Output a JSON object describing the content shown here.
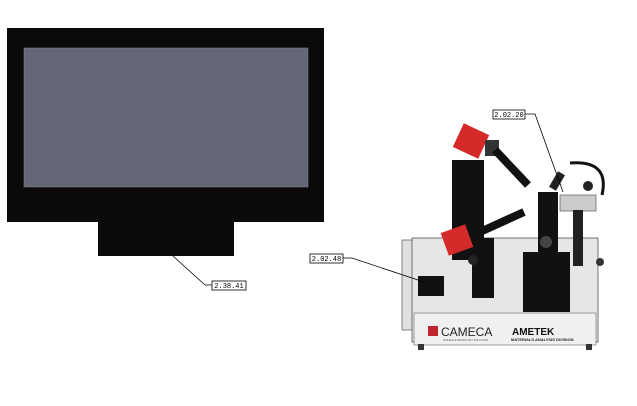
{
  "callouts": {
    "monitor": "2.38.41",
    "controller": "2.02.48",
    "probe": "2.02.20"
  },
  "branding": {
    "cameca": "CAMECA",
    "cameca_tagline": "SCIENCE & METROLOGY SOLUTIONS",
    "ametek": "AMETEK",
    "ametek_tagline": "MATERIALS ANALYSIS DIVISION"
  },
  "colors": {
    "accent_red": "#d42a2a",
    "screen": "#646775"
  }
}
